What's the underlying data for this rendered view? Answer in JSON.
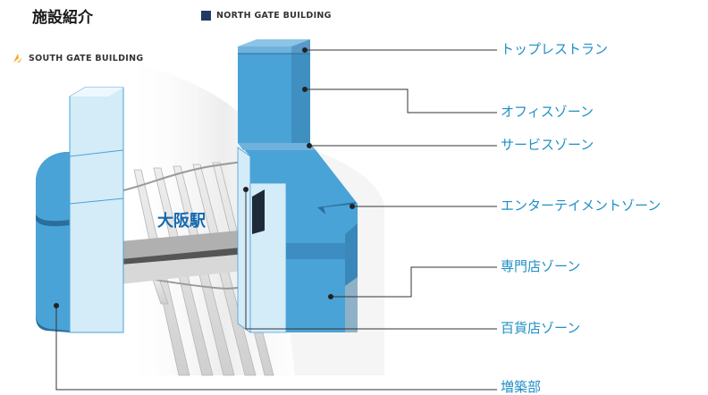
{
  "title": "施設紹介",
  "logos": {
    "north": {
      "text": "NORTH GATE BUILDING",
      "icon": "north-gate-logo-icon",
      "color": "#1f3b63"
    },
    "south": {
      "text": "SOUTH GATE BUILDING",
      "icon": "south-gate-logo-icon",
      "color": "#f4a81d"
    }
  },
  "station_label": "大阪駅",
  "zones": [
    {
      "id": "top-restaurant",
      "label": "トップレストラン"
    },
    {
      "id": "office",
      "label": "オフィスゾーン"
    },
    {
      "id": "service",
      "label": "サービスゾーン"
    },
    {
      "id": "entertainment",
      "label": "エンターテイメントゾーン"
    },
    {
      "id": "specialty",
      "label": "専門店ゾーン"
    },
    {
      "id": "department",
      "label": "百貨店ゾーン"
    },
    {
      "id": "extension",
      "label": "増築部"
    }
  ],
  "colors": {
    "accent": "#1f8fc7",
    "building_blue": "#4aa3d6",
    "building_light": "#d4ebf8",
    "building_dark": "#2a6e9c",
    "leader_line": "#333333"
  }
}
